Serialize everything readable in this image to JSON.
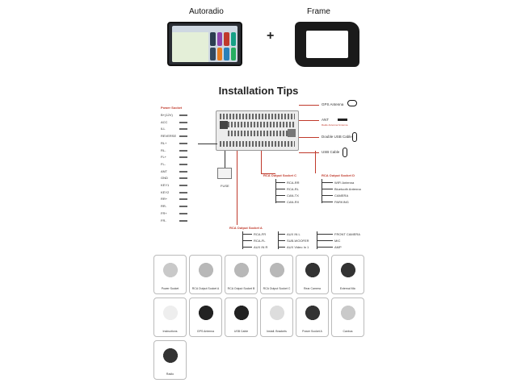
{
  "header": {
    "autoradio": "Autoradio",
    "frame": "Frame",
    "plus": "+"
  },
  "installation_title": "Installation Tips",
  "power_socket": {
    "title": "Power Socket",
    "pins": [
      "B+(12V)",
      "ACC",
      "ILL",
      "REVERSE",
      "RL+",
      "RL-",
      "FL+",
      "FL-",
      "ANT",
      "GND",
      "KEY1",
      "KEY2",
      "RR+",
      "RR-",
      "FR+",
      "FR-"
    ],
    "colors": [
      "#f1c40f",
      "#e74c3c",
      "#e67e22",
      "#9b59b6",
      "#27ae60",
      "#1e8449",
      "#ecf0f1",
      "#bdc3c7",
      "#2980b9",
      "#111111",
      "#7f8c8d",
      "#95a5a6",
      "#8e44ad",
      "#6c3483",
      "#95a5a6",
      "#616a6b"
    ]
  },
  "fuse_label": "FUSE",
  "right_connections": {
    "gps": "GPS Antenna",
    "ant": "ANT",
    "ant_sub": "Radio Antenna/ Antenna",
    "usb_double": "Double USB Cable",
    "usb": "USB Cable"
  },
  "socket_c": {
    "title": "RCA Output Socket C",
    "items": [
      "RCA-RR",
      "RCA-RL",
      "CAN-TX",
      "CAN-RX"
    ]
  },
  "socket_d": {
    "title": "RCA Output Socket D",
    "items": [
      "WIFI Antenna",
      "Bluetooth Antenna",
      "CAMERA",
      "PARKING"
    ]
  },
  "socket_a": {
    "title": "RCA Output Socket A",
    "items": [
      "RCA-FR",
      "RCA-FL",
      "AUX IN R"
    ]
  },
  "socket_b": {
    "items": [
      "AUX IN L",
      "SUB-WOOFER",
      "AUX Video In 1"
    ]
  },
  "socket_e": {
    "items": [
      "FRONT CAMERA",
      "MIC",
      "AMP"
    ]
  },
  "accessories": [
    {
      "label": "Power Socket",
      "icon": "power-harness-icon"
    },
    {
      "label": "RCA Output Socket A",
      "icon": "rca-cable-icon"
    },
    {
      "label": "RCA Output Socket B",
      "icon": "rca-cable-icon"
    },
    {
      "label": "RCA Output Socket C",
      "icon": "rca-cable-icon"
    },
    {
      "label": "Rear Camera",
      "icon": "camera-icon"
    },
    {
      "label": "External Mic",
      "icon": "mic-icon"
    },
    {
      "label": "Instructions",
      "icon": "manual-icon"
    },
    {
      "label": "GPS Antenna",
      "icon": "gps-antenna-icon"
    },
    {
      "label": "USB Cable",
      "icon": "usb-cable-icon"
    },
    {
      "label": "Install. Brackets",
      "icon": "bracket-icon"
    },
    {
      "label": "Power Socket A",
      "icon": "power-harness-icon"
    },
    {
      "label": "Canbus",
      "icon": "canbus-box-icon"
    },
    {
      "label": "Radio",
      "icon": "radio-adapter-icon"
    }
  ]
}
